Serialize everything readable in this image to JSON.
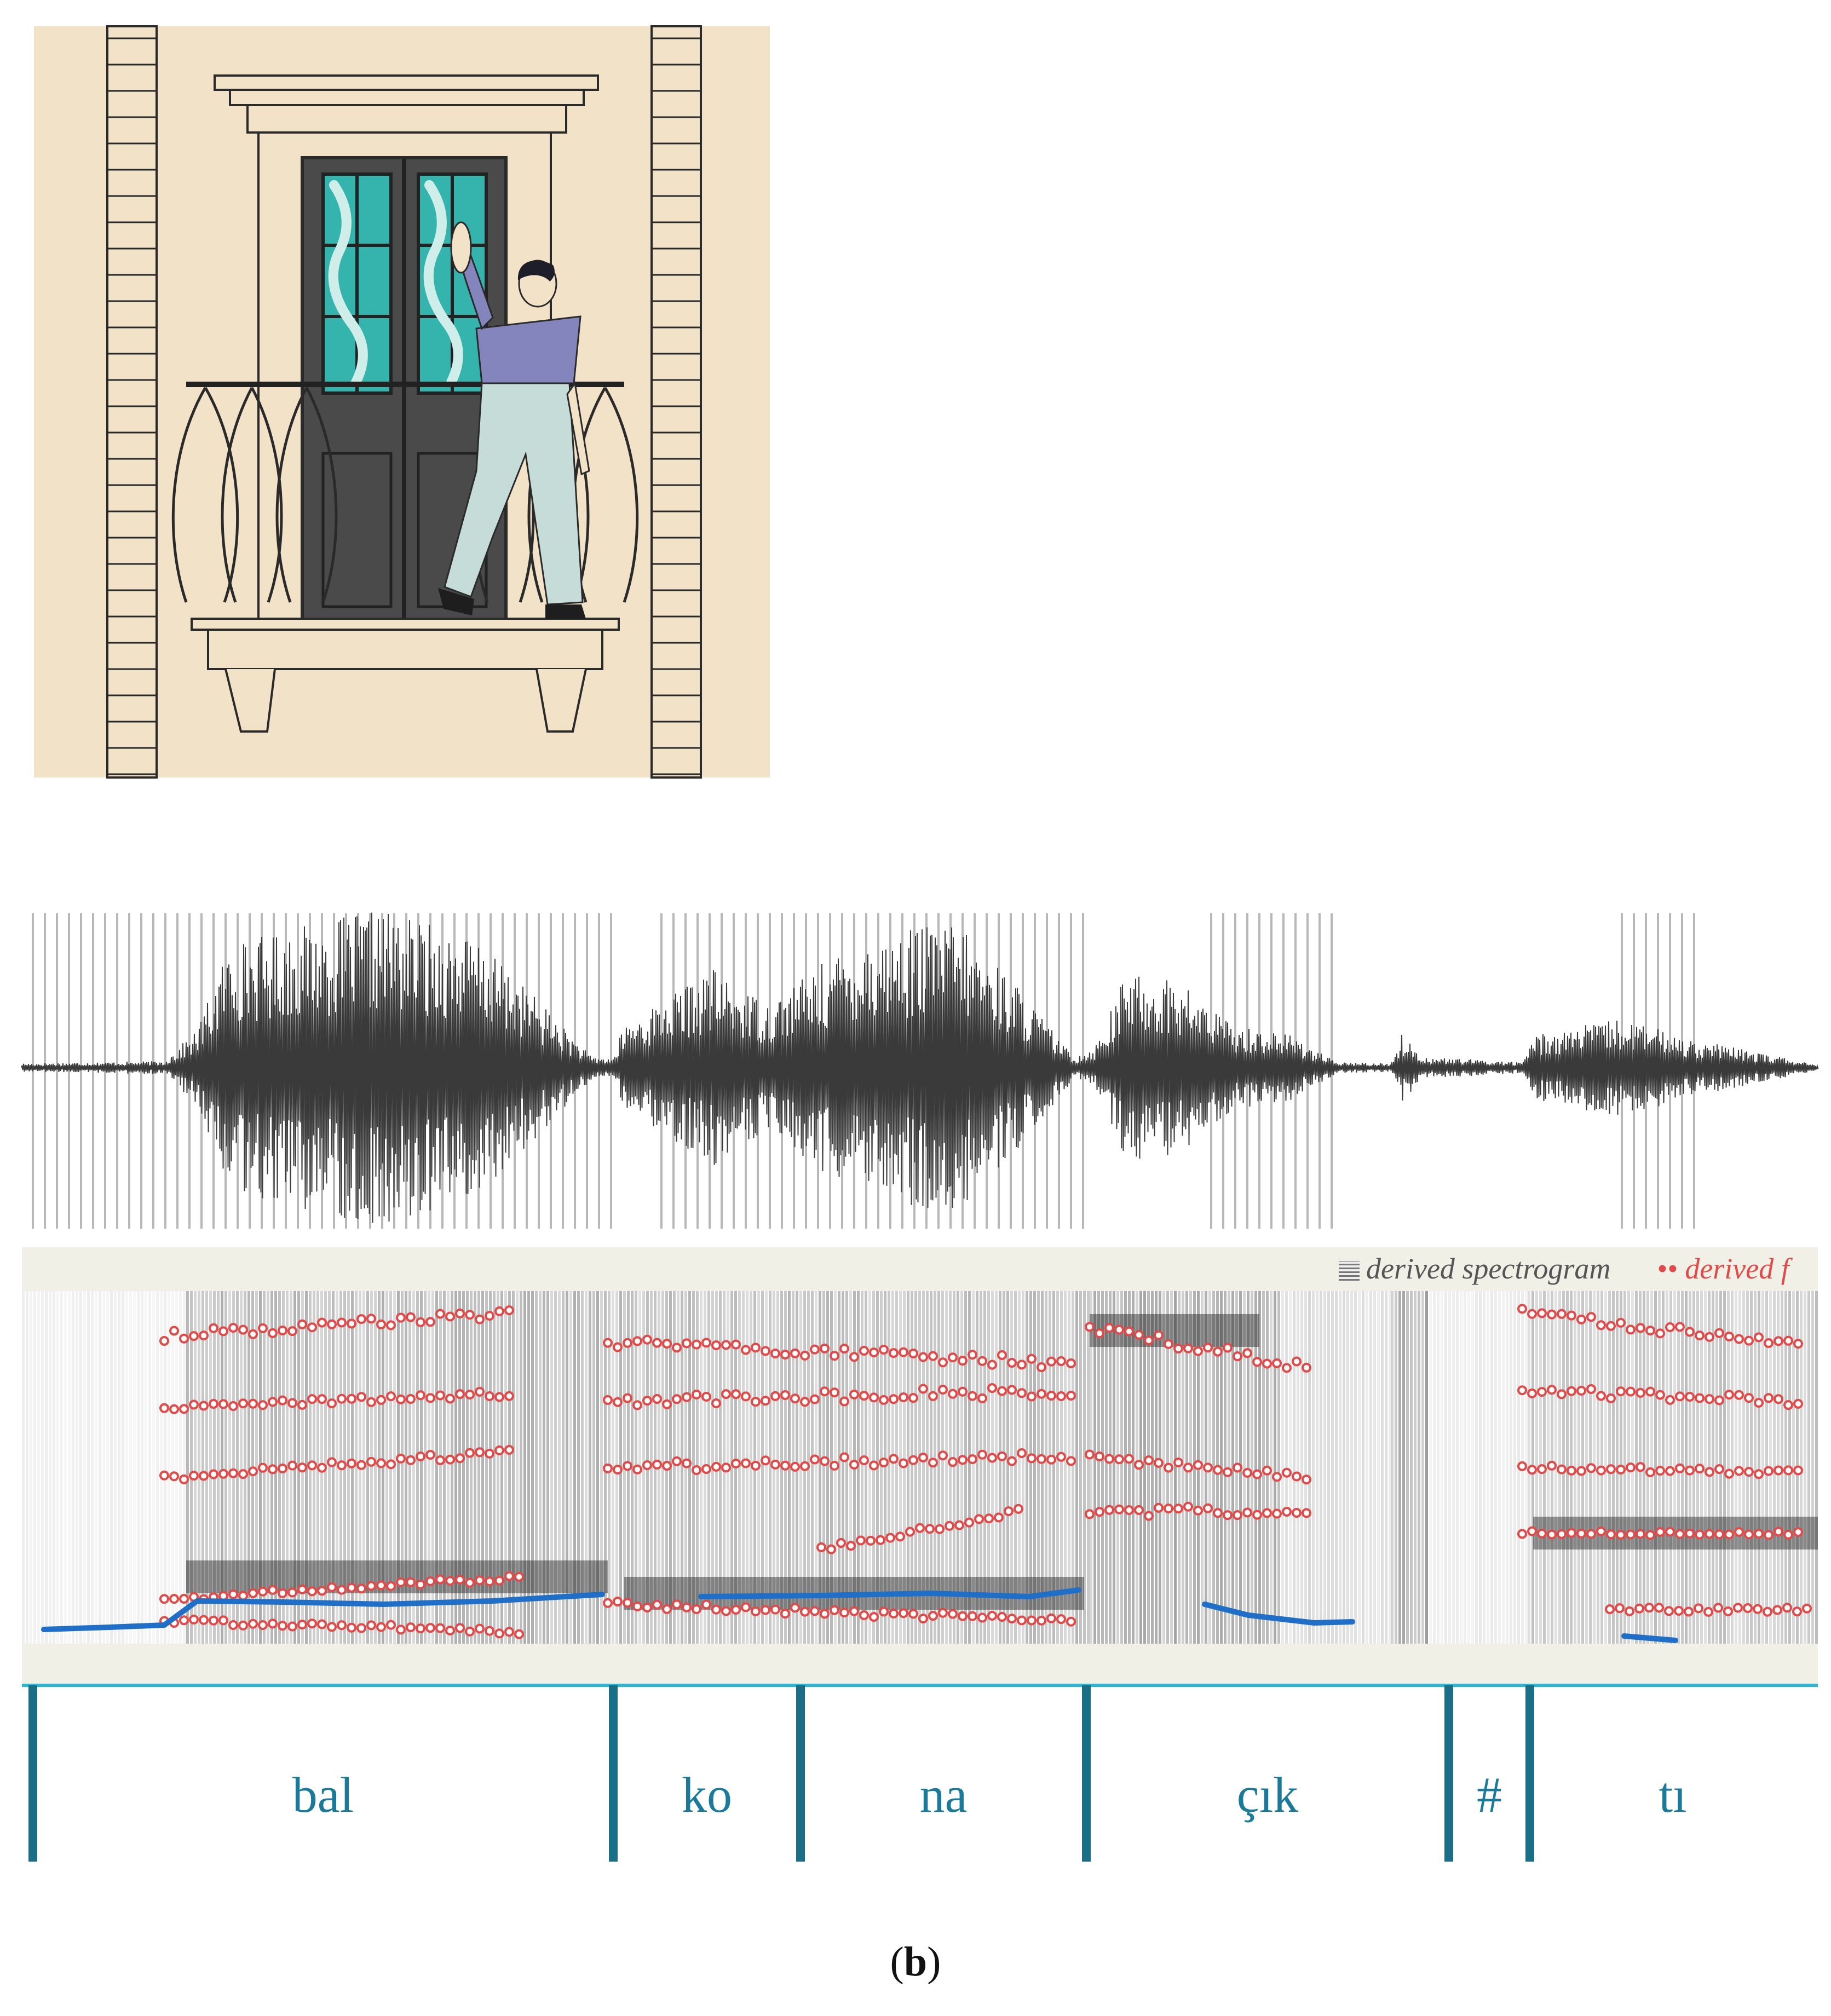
{
  "illustration": {
    "colors": {
      "background": "#f2e3c8",
      "outline": "#2a2a2a",
      "door": "#4a4a4a",
      "glass": "#35b3ad",
      "glass_highlight": "#cfeeea",
      "shirt": "#8585bd",
      "trousers": "#c6dcd8",
      "skin": "#f2e3c8",
      "hair": "#1e1e2a"
    }
  },
  "acoustic": {
    "legend": {
      "spectrogram": "derived spectrogram",
      "f0": "derived f"
    },
    "colors": {
      "waveform": "#3a3a3a",
      "pulse_marks": "#b8b8b8",
      "formant_points": "#e24a4a",
      "pitch_track": "#1f6fc9",
      "tier_lines": "#1a6f86",
      "tier_top": "#29b6d6",
      "panel_bg": "#f1f0e6"
    },
    "tier": {
      "syllables": [
        "bal",
        "ko",
        "na",
        "çık",
        "#",
        "tı"
      ]
    }
  },
  "caption": {
    "open": "(",
    "label": "b",
    "close": ")"
  }
}
